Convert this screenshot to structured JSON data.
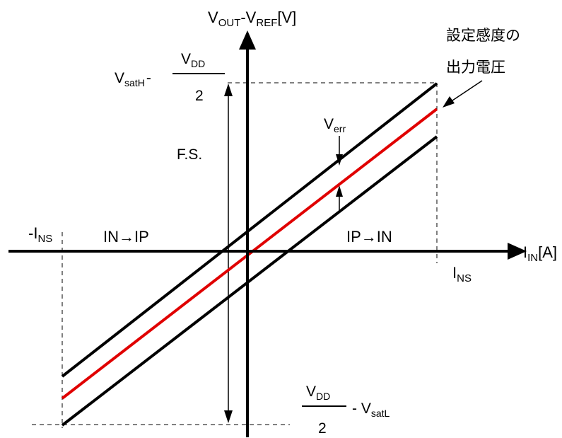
{
  "axes": {
    "y_label": {
      "main1": "V",
      "sub1": "OUT",
      "mid": "-V",
      "sub2": "REF",
      "unit": "[V]"
    },
    "x_label": {
      "main": "I",
      "sub": "IN",
      "unit": "[A]"
    }
  },
  "annotations": {
    "sensitivity_line1": "設定感度の",
    "sensitivity_line2": "出力電圧",
    "v_err_main": "V",
    "v_err_sub": "err",
    "fs": "F.S.",
    "left_direction": "IN→IP",
    "right_direction": "IP→IN",
    "neg_ins_prefix": "-I",
    "neg_ins_sub": "NS",
    "ins_main": "I",
    "ins_sub": "NS",
    "vsath_main": "V",
    "vsath_sub": "satH",
    "vsath_minus": "-",
    "top_frac_num_main": "V",
    "top_frac_num_sub": "DD",
    "top_frac_den": "2",
    "bot_frac_num_main": "V",
    "bot_frac_num_sub": "DD",
    "bot_frac_den": "2",
    "vsatl_prefix": "- V",
    "vsatl_sub": "satL"
  },
  "colors": {
    "axis": "#000000",
    "tolerance_lines": "#000000",
    "ideal_line": "#e00000",
    "guides": "#000000"
  }
}
